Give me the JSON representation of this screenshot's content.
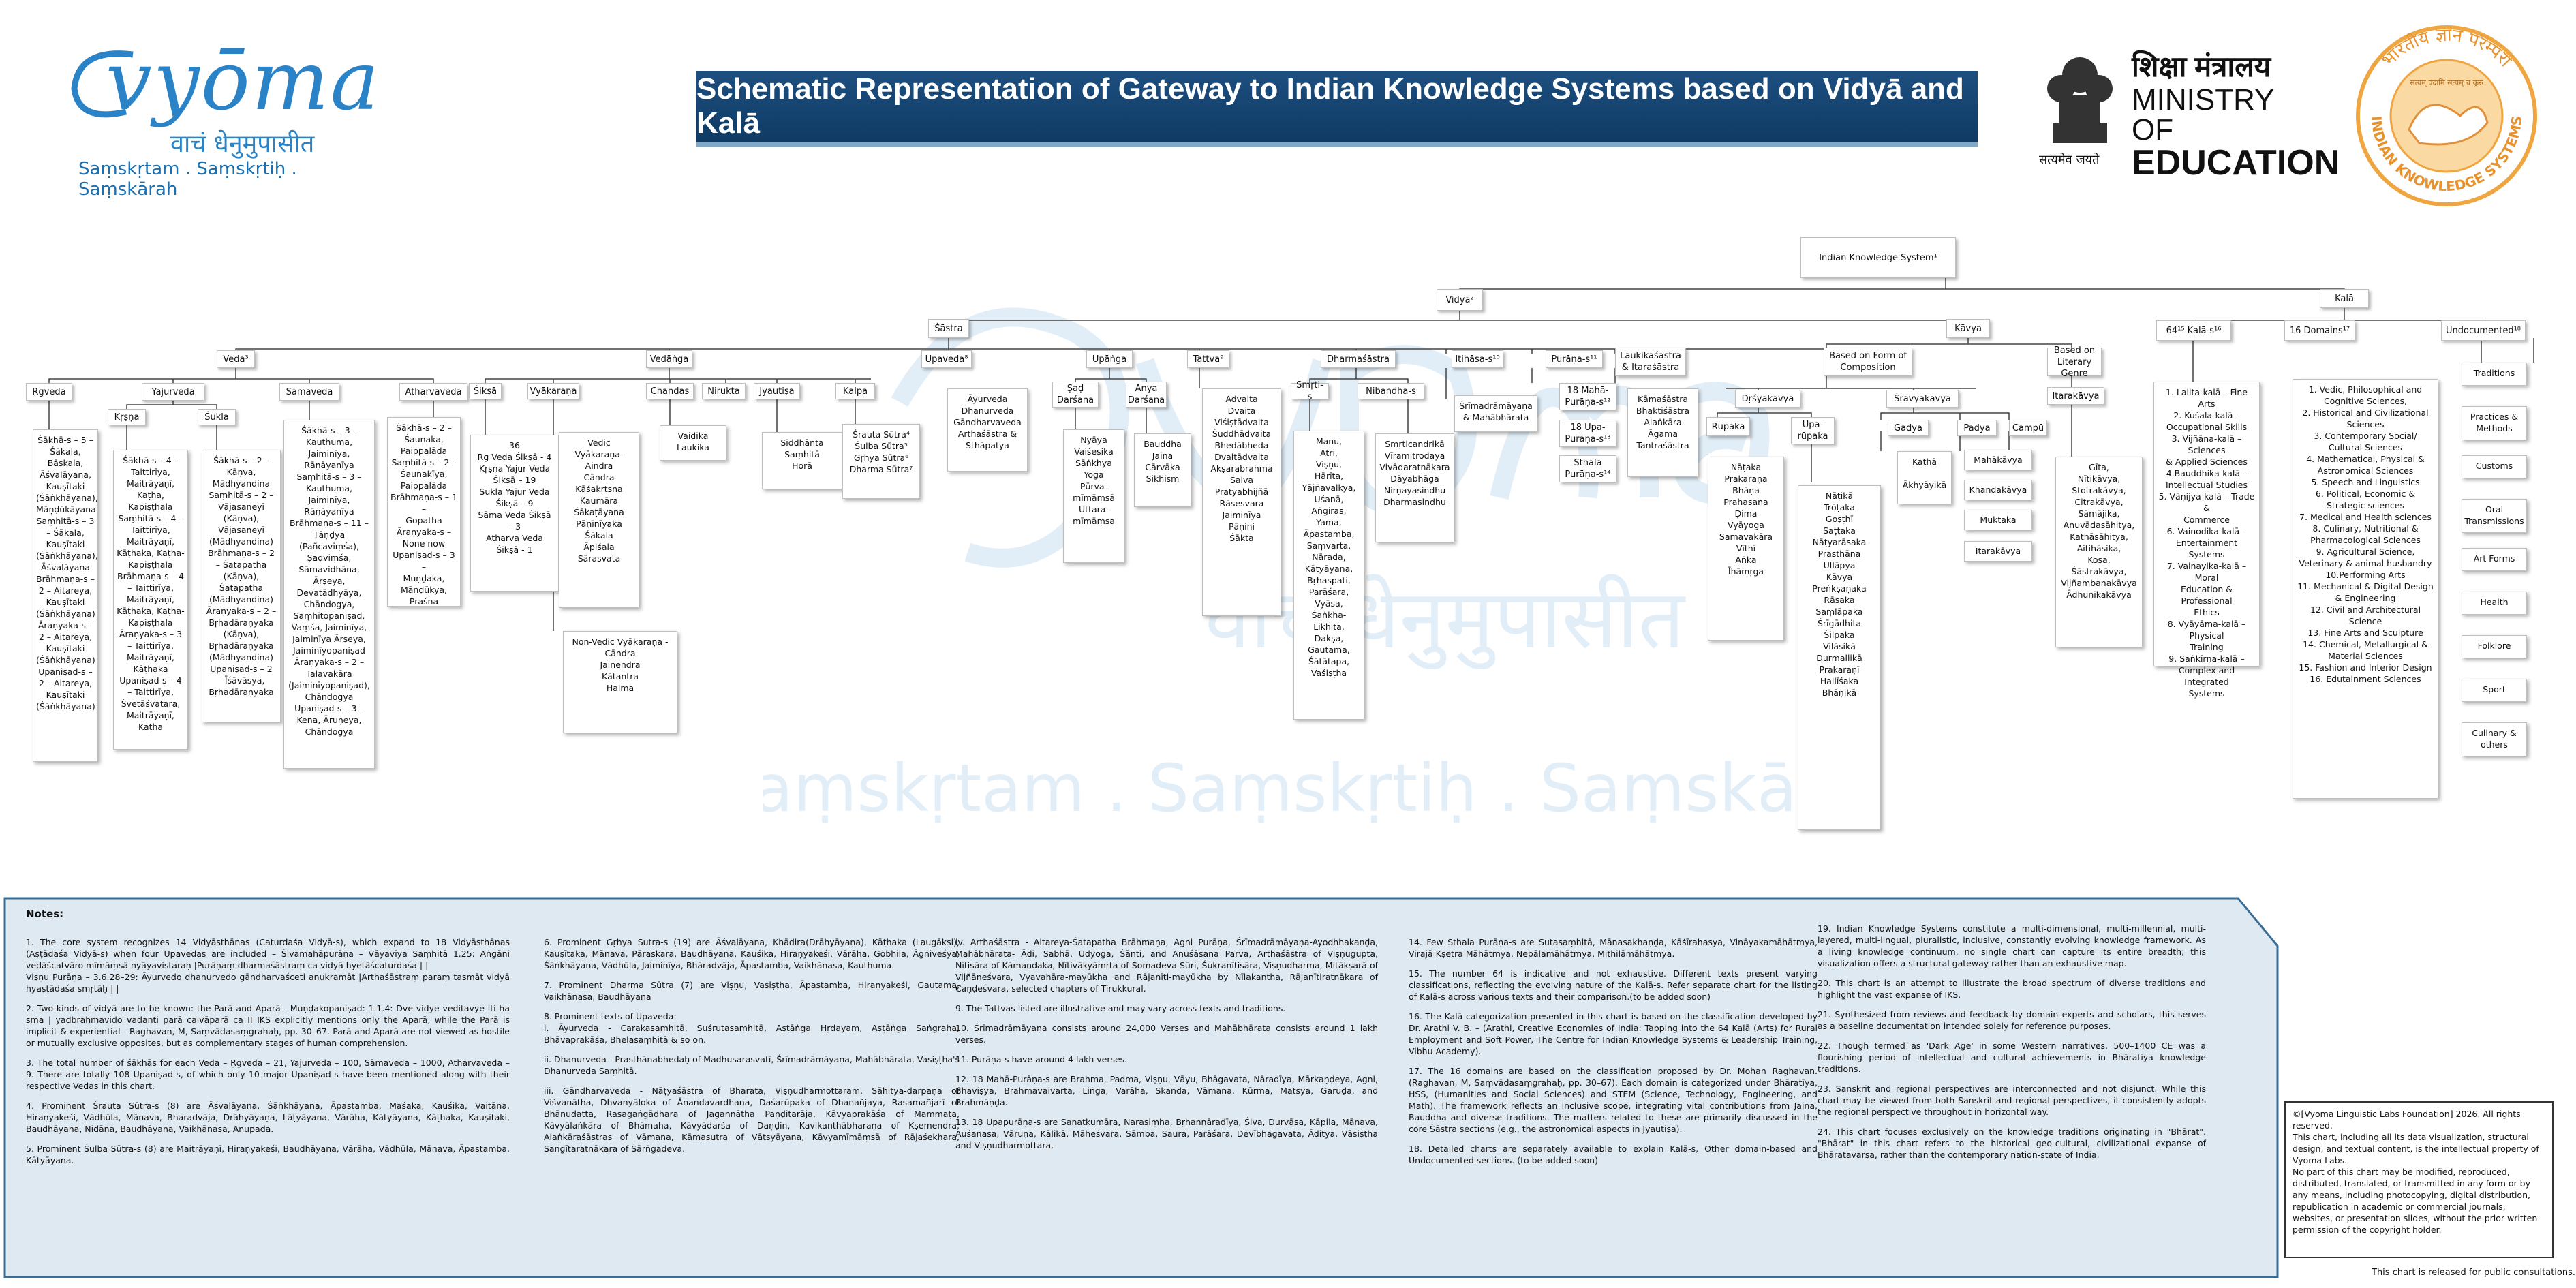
{
  "header": {
    "brand_name": "vyōma",
    "brand_tagline": "वाचं धेनुमुपासीत",
    "brand_sub": "Saṃskṛtam . Saṃskṛtiḥ . Saṃskārah",
    "title": "Schematic Representation of Gateway to Indian Knowledge Systems based on Vidyā and Kalā",
    "ministry_hindi": "शिक्षा मंत्रालय",
    "ministry_line1": "MINISTRY OF",
    "ministry_line2": "EDUCATION",
    "emblem_caption": "सत्यमेव जयते",
    "iks_logo_top": "भारतीय ज्ञान परम्परा",
    "iks_logo_bottom": "INDIAN KNOWLEDGE SYSTEMS",
    "iks_logo_motto": "सत्यम् वदामि सत्यम् च कुरु",
    "watermark": "वाचं धेनुमुपासीत"
  },
  "colors": {
    "banner": "#1d4f80",
    "brand": "#2a83c6",
    "notes_bg": "#dfe9f2",
    "notes_border": "#3a6d96"
  },
  "tree": {
    "nodes": {
      "iks": "Indian Knowledge System¹",
      "vidya": "Vidyā²",
      "kala": "Kalā",
      "shastra": "Śāstra",
      "kavya": "Kāvya",
      "veda": "Veda³",
      "vedanga": "Vedāṅga",
      "upaveda": "Upaveda⁸",
      "upanga": "Upāṅga",
      "tattva": "Tattva⁹",
      "dharmashastra": "Dharmaśāstra",
      "itihasa": "Itihāsa-s¹⁰",
      "purana": "Purāṇa-s¹¹",
      "laukika": "Laukikaśāstra\n& Itaraśāstra",
      "form": "Based on Form of\nComposition",
      "literary": "Based on\nLiterary Genre",
      "kala64": "64¹⁵ Kalā-s¹⁶",
      "domains16": "16 Domains¹⁷",
      "undocumented": "Undocumented¹⁸",
      "rgveda": "Ṛgveda",
      "yajurveda": "Yajurveda",
      "samaveda": "Sāmaveda",
      "atharvaveda": "Atharvaveda",
      "krsna": "Kṛṣṇa",
      "sukla": "Śukla",
      "siksa": "Śikṣā",
      "vyakarana": "Vyākaraṇa",
      "chandas": "Chandas",
      "nirukta": "Nirukta",
      "jyotisa": "Jyautiṣa",
      "kalpa": "Kalpa",
      "saddarsana": "Ṣaḍ\nDarśana",
      "anyadarsana": "Anya\nDarśana",
      "smrti": "Smṛti-s",
      "nibandha": "Nibandha-s",
      "drsya": "Dṛśyakāvya",
      "sravya": "Śravyakāvya",
      "rupaka": "Rūpaka",
      "uparupaka": "Upa-\nrūpaka",
      "gadya": "Gadya",
      "padya": "Padya",
      "campu": "Campū",
      "itarakavya": "Itarakāvya",
      "mahapurana": "18 Mahā-\nPurāṇa-s¹²",
      "upapurana": "18 Upa-\nPurāṇa-s¹³",
      "sthala": "Sthala\nPurāṇa-s¹⁴"
    },
    "leaves": {
      "rgveda": "Śākhā-s – 5 –\nŚākala,\nBāṣkala,\nĀśvalāyana,\nKauṣītaki\n(Śāṅkhāyana),\nMāṇḍūkāyana\nSaṃhitā-s – 3\n– Śākala,\nKauṣītaki\n(Śāṅkhāyana),\nĀśvalāyana\nBrāhmaṇa-s –\n2 – Aitareya,\nKauṣītaki\n(Śāṅkhāyana)\nĀraṇyaka-s –\n2 – Aitareya,\nKauṣītaki\n(Śāṅkhāyana)\nUpaniṣad-s –\n2 – Aitareya,\nKauṣītaki\n(Śāṅkhāyana)",
      "krsna": "Śākhā-s – 4 –\nTaittirīya,\nMaitrāyaṇī,\nKaṭha, Kapiṣṭhala\nSaṃhitā-s – 4 –\nTaittirīya,\nMaitrāyaṇī,\nKāṭhaka, Kaṭha-\nKapiṣṭhala\nBrāhmaṇa-s – 4\n– Taittirīya,\nMaitrāyaṇī,\nKāṭhaka, Kaṭha-\nKapiṣṭhala\nĀraṇyaka-s – 3\n– Taittirīya,\nMaitrāyaṇī,\nKāṭhaka\nUpaniṣad-s – 4\n– Taittirīya,\nŚvetāśvatara,\nMaitrāyaṇī, Kaṭha",
      "sukla": "Śākhā-s – 2 –\nKāṇva,\nMādhyandina\nSaṃhitā-s – 2 –\nVājasaneyī\n(Kāṇva),\nVājasaneyī\n(Mādhyandina)\nBrāhmaṇa-s – 2\n– Śatapatha\n(Kāṇva),\nŚatapatha\n(Mādhyandina)\nĀraṇyaka-s – 2 –\nBṛhadāraṇyaka\n(Kāṇva),\nBṛhadāraṇyaka\n(Mādhyandina)\nUpaniṣad-s – 2\n– Īśāvāsya,\nBṛhadāraṇyaka",
      "samaveda": "Śākhā-s – 3 –\nKauthuma,\nJaiminīya,\nRāṇāyanīya\nSaṃhitā-s – 3 –\nKauthuma,\nJaiminīya,\nRāṇāyanīya\nBrāhmaṇa-s – 11 –\nTāṇḍya\n(Pañcaviṃśa),\nṢaḍviṃśa,\nSāmavidhāna,\nĀrṣeya,\nDevatādhyāya,\nChāndogya,\nSaṃhitopaniṣad,\nVaṃśa, Jaiminīya,\nJaiminīya Ārṣeya,\nJaiminīyopaniṣad\nĀraṇyaka-s – 2 –\nTalavakāra\n(Jaiminīyopaniṣad),\nChāndogya\nUpaniṣad-s – 3 –\nKena, Āruṇeya,\nChāndogya",
      "atharvaveda": "Śākhā-s – 2 –\nŚaunaka,\nPaippalāda\nSaṃhitā-s – 2 –\nŚaunakīya,\nPaippalāda\nBrāhmaṇa-s – 1 –\nGopatha\nĀraṇyaka-s –\nNone now\nUpaniṣad-s – 3 –\nMuṇḍaka,\nMāṇḍūkya,\nPraśna",
      "siksa": "36\nṚg Veda Śikṣā - 4\nKṛṣṇa Yajur Veda\nŚikṣā – 19\nŚukla Yajur Veda\nŚikṣā – 9\nSāma Veda Śikṣā\n– 3\nAtharva Veda\nŚikṣā - 1",
      "vyakarana_vedic": "Vedic Vyākaraṇa-\nAindra\nCāndra\nKāśakṛtsna\nKaumāra\nŚākaṭāyana\nPāṇinīyaka\nŚākala\nĀpiśala\nSārasvata",
      "vyakarana_nonvedic": "Non-Vedic Vyākaraṇa -\nCāndra\nJainendra\nKātantra\nHaima",
      "chandas": "Vaidika\nLaukika",
      "jyotisa": "Siddhānta\nSaṃhitā\nHorā",
      "kalpa": "Śrauta Sūtra⁴\nŚulba Sūtra⁵\nGṛhya Sūtra⁶\nDharma Sūtra⁷",
      "upaveda": "Āyurveda\nDhanurveda\nGāndharvaveda\nArthaśāstra &\nSthāpatya",
      "saddarsana": "Nyāya\nVaiśeṣika\nSāṅkhya\nYoga\nPūrva-\nmīmāṃsā\nUttara-\nmīmāṃsa",
      "anyadarsana": "Bauddha\nJaina\nCārvāka\nSikhism",
      "tattva": "Advaita\nDvaita\nViśiṣṭādvaita\nŚuddhādvaita\nBhedābheda\nDvaitādvaita\nAkṣarabrahma\nŚaiva\nPratyabhijñā\nRāsesvara\nJaiminīya\nPāṇini\nŚākta",
      "smrti": "Manu,\nAtri,\nViṣṇu,\nHārīta,\nYājñavalkya,\nUśanā,\nAṅgiras,\nYama,\nĀpastamba,\nSaṃvarta,\nNārada,\nKātyāyana,\nBṛhaspati,\nParāśara,\nVyāsa,\nŚaṅkha-\nLikhita,\nDakṣa,\nGautama,\nŚātātapa,\nVaśiṣṭha",
      "nibandha": "Smṛticandrikā\nVīramitrodaya\nVivādaratnākara\nDāyabhāga\nNirṇayasindhu\nDharmasindhu",
      "itihasa": "Śrīmadrāmāyaṇa\n& Mahābhārata",
      "laukika": "Kāmaśāstra\nBhaktiśāstra\nAlaṅkāra\nĀgama\nTantraśāstra",
      "rupaka": "Nāṭaka\nPrakaraṇa\nBhāṇa\nPrahasana\nḌima\nVyāyoga\nSamavakāra\nVīthī\nAṅka\nĪhāmṛga",
      "uparupaka": "Nāṭikā\nTrōṭaka\nGoṣṭhī\nSaṭṭaka\nNāṭyarāsaka\nPrasthāna\nUllāpya\nKāvya\nPreṅkṣaṇaka\nRāsaka\nSaṃlāpaka\nŚrīgādhita\nŚilpaka\nVilāsikā\nDurmallikā\nPrakaraṇī\nHallīśaka\nBhāṇikā",
      "gadya": "Kathā\n\nĀkhyāyikā",
      "padya_maha": "Mahākāvya",
      "padya_khanda": "Khandakāvya",
      "padya_muktaka": "Muktaka",
      "padya_itara": "Itarakāvya",
      "itarakavya": "Gīta,\nNītikāvya,\nStotrakāvya,\nCitrakāvya,\nSāmājika,\nAnuvādasāhitya,\nKathāsāhitya,\nAitihāsika,\nKoṣa,\nŚāstrakāvya,\nVijñambanakāvya\nĀdhunikakāvya",
      "kala64": "1. Lalita-kalā – Fine Arts\n2. Kuśala-kalā –\nOccupational Skills\n3. Vijñāna-kalā – Sciences\n& Applied Sciences\n4.Bauddhika-kalā –\nIntellectual Studies\n5. Vāṇijya-kalā – Trade &\nCommerce\n6. Vainodika-kalā –\nEntertainment Systems\n7. Vainayika-kalā – Moral\nEducation & Professional\nEthics\n8. Vyāyāma-kalā – Physical\nTraining\n9. Saṅkīrṇa-kalā –\nComplex and Integrated\nSystems",
      "domains16": "1. Vedic, Philosophical and\nCognitive Sciences,\n2. Historical and Civilizational\nSciences\n3. Contemporary Social/\nCultural Sciences\n4. Mathematical, Physical &\nAstronomical Sciences\n5. Speech and Linguistics\n6. Political, Economic &\nStrategic sciences\n7. Medical and Health sciences\n8. Culinary, Nutritional &\nPharmacological Sciences\n9. Agricultural Science,\nVeterinary & animal husbandry\n10.Performing Arts\n11. Mechanical & Digital Design\n& Engineering\n12. Civil and Architectural\nScience\n13. Fine Arts and Sculpture\n14. Chemical, Metallurgical &\nMaterial Sciences\n15. Fashion and Interior Design\n16. Edutainment Sciences",
      "undocumented": [
        "Traditions",
        "Practices &\nMethods",
        "Customs",
        "Oral\nTransmissions",
        "Art Forms",
        "Health",
        "Folklore",
        "Sport",
        "Culinary &\nothers"
      ]
    }
  },
  "notes": {
    "title": "Notes:",
    "col1": [
      "1. The core system recognizes 14 Vidyāsthānas (Caturdaśa Vidyā-s), which expand to 18 Vidyāsthānas (Aṣṭādaśa Vidyā-s) when four Upavedas are included – Śivamahāpurāṇa – Vāyavīya Saṃhitā 1.25: Aṅgāni vedāścatvāro mīmāṃsā nyāyavistaraḥ |Purāṇaṃ dharmaśāstraṃ ca vidyā hyetāścaturdaśa | |\nViṣṇu Purāṇa – 3.6.28–29: Āyurvedo dhanurvedo gāndharvaśceti anukramāt |Arthaśāstraṃ paraṃ tasmāt vidyā hyaṣṭādaśa smṛtāḥ | |",
      "2. Two kinds of vidyā are to be known: the Parā and Aparā - Muṇḍakopaniṣad: 1.1.4: Dve vidye veditavye iti ha sma | yadbrahmavido vadanti parā caivāparā ca II IKS explicitly mentions only the Aparā, while the Parā is implicit & experiential - Raghavan, M, Saṃvādasaṃgrahaḥ, pp. 30–67. Parā and Aparā are not viewed as hostile or mutually exclusive opposites, but as complementary stages of human comprehension.",
      "3. The total number of śākhās for each Veda – Ṛgveda – 21, Yajurveda – 100, Sāmaveda – 1000, Atharvaveda – 9. There are totally 108 Upaniṣad-s, of which only 10 major Upaniṣad-s have been mentioned along with their respective Vedas in this chart.",
      "4. Prominent Śrauta Sūtra-s (8) are Āśvalāyana, Śāṅkhāyana, Āpastamba, Maśaka, Kauśika, Vaitāna, Hiraṇyakeśi, Vādhūla, Mānava, Bharadvāja, Drāhyāyaṇa, Lāṭyāyana, Vārāha, Kātyāyana, Kāṭhaka, Kauṣītaki, Baudhāyana, Nidāna, Baudhāyana, Vaikhānasa, Anupada.",
      "5. Prominent Śulba Sūtra-s (8) are Maitrāyaṇī, Hiraṇyakeśi, Baudhāyana, Vārāha, Vādhūla, Mānava, Āpastamba, Kātyāyana."
    ],
    "col2": [
      "6. Prominent Gṛhya Sutra-s (19) are Āśvalāyana, Khādira(Drāhyāyaṇa), Kāṭhaka (Laugākṣi), Kauṣītaka, Mānava, Pāraskara, Baudhāyana, Kauśika, Hiraṇyakeśi, Vārāha, Gobhila, Āgniveśya, Śāṅkhāyana, Vādhūla, Jaiminīya, Bhāradvāja, Āpastamba, Vaikhānasa, Kauthuma.",
      "7. Prominent Dharma Sūtra (7) are Viṣṇu, Vasiṣṭha, Āpastamba, Hiraṇyakeśi, Gautama, Vaikhānasa, Baudhāyana",
      "8. Prominent texts of Upaveda:\ni. Āyurveda - Carakasaṃhitā, Suśrutasaṃhitā, Aṣṭāṅga Hṛdayam, Aṣṭāṅga Saṅgraha, Bhāvaprakāśa, Bhelasaṃhitā & so on.",
      "ii. Dhanurveda - Prasthānabhedaḥ of Madhusarasvatī, Śrīmadrāmāyaṇa, Mahābhārata, Vasiṣṭha's Dhanurveda Saṃhitā.",
      "iii. Gāndharvaveda - Nāṭyaśāstra of Bharata, Viṣṇudharmottaram, Sāhitya-darpaṇa of Viśvanātha, Dhvanyāloka of Ānandavardhana, Daśarūpaka of Dhanañjaya, Rasamañjarī of Bhānudatta, Rasagaṅgādhara of Jagannātha Paṇḍitarāja, Kāvyaprakāśa of Mammaṭa, Kāvyālaṅkāra of Bhāmaha, Kāvyādarśa of Daṇḍin, Kavikanthābharaṇa of Kṣemendra, Alaṅkāraśāstras of Vāmana, Kāmasutra of Vātsyāyana, Kāvyamīmāṃsā of Rājaśekhara, Saṅgītaratnākara of Śārṅgadeva."
    ],
    "col3": [
      "iv. Arthaśāstra - Aitareya-Śatapatha Brāhmaṇa, Agni Purāṇa, Śrīmadrāmāyaṇa-Ayodhhakaṇḍa, Mahābhārata- Ādi, Sabhā, Udyoga, Śānti, and Anuśāsana Parva, Arthaśāstra of Viṣṇugupta, Nītisāra of Kāmandaka, Nītivākyāmṛta of Somadeva Sūri, Śukranītisāra, Viṣṇudharma, Mitākṣarā of Vijñāneśvara, Vyavahāra-mayūkha and Rājanīti-mayūkha by Nīlakantha, Rājanītiratnākara of Caṇḍeśvara, selected chapters of Tirukkural.",
      "9. The Tattvas listed are illustrative and may vary across texts and traditions.",
      "10. Śrīmadrāmāyaṇa consists around 24,000 Verses and Mahābhārata consists around 1 lakh verses.",
      "11. Purāṇa-s have around 4 lakh verses.",
      "12. 18 Mahā-Purāṇa-s are Brahma, Padma, Viṣṇu, Vāyu, Bhāgavata, Nāradīya, Mārkaṇḍeya, Agni, Bhaviṣya, Brahmavaivarta, Liṅga, Varāha, Skanda, Vāmana, Kūrma, Matsya, Garuḍa, and Brahmāṇḍa.",
      "13. 18 Upapurāṇa-s are Sanatkumāra, Narasiṃha, Bṛhannāradīya, Śiva, Durvāsa, Kāpila, Mānava, Auśanasa, Vāruṇa, Kālikā, Māheśvara, Sāmba, Saura, Parāśara, Devībhagavata, Āditya, Vāsiṣṭha and Viṣṇudharmottara."
    ],
    "col4": [
      "14. Few Sthala Purāṇa-s are Sutasaṃhitā, Mānasakhaṇḍa, Kāśīrahasya, Vināyakamāhātmya, Virajā Kṣetra Māhātmya, Nepālamāhātmya, Mithilāmāhātmya.",
      "15. The number 64 is indicative and not exhaustive. Different texts present varying classifications, reflecting the evolving nature of the Kalā-s. Refer separate chart for the listing of Kalā-s across various texts and their comparison.(to be added soon)",
      "16. The Kalā categorization presented in this chart is based on the classification developed by Dr. Arathi V. B. – (Arathi, Creative Economies of India: Tapping into the 64 Kalā (Arts) for Rural Employment and Soft Power, The Centre for Indian Knowledge Systems & Leadership Training, Vibhu Academy).",
      "17. The 16 domains are based on the classification proposed by Dr. Mohan Raghavan. (Raghavan, M, Saṃvādasaṃgrahaḥ, pp. 30–67). Each domain is categorized under Bhāratīya, HSS, (Humanities and Social Sciences) and STEM (Science, Technology, Engineering, and Math). The framework reflects an inclusive scope, integrating vital contributions from Jaina, Bauddha and diverse traditions. The matters related to these are primarily discussed in the core Śāstra sections (e.g., the astronomical aspects in Jyautiṣa).",
      "18. Detailed charts are separately available to explain Kalā-s, Other domain-based and Undocumented sections. (to be added soon)"
    ],
    "col5": [
      "19. Indian Knowledge Systems constitute a multi-dimensional, multi-millennial, multi-layered, multi-lingual, pluralistic, inclusive, constantly evolving knowledge framework. As a living knowledge continuum, no single chart can capture its entire breadth; this visualization offers a structural gateway rather than an exhaustive map.",
      "20. This chart is an attempt to illustrate the broad spectrum of diverse traditions and highlight the vast expanse of IKS.",
      "21. Synthesized from reviews and feedback by domain experts and scholars, this serves as a baseline documentation intended solely for reference purposes.",
      "22. Though termed as 'Dark Age' in some Western narratives, 500–1400 CE was a flourishing period of intellectual and cultural achievements in Bhāratīya knowledge traditions.",
      "23. Sanskrit and regional perspectives are interconnected and not disjunct. While this chart may be viewed from both Sanskrit and regional perspectives, it consistently adopts the regional perspective throughout in horizontal way.",
      "24. This chart focuses exclusively on the knowledge traditions originating in \"Bhārat\". \"Bhārat\" in this chart refers to the historical geo-cultural, civilizational expanse of Bhāratavarṣa, rather than the contemporary nation-state of India."
    ]
  },
  "copyright": "©[Vyoma Linguistic Labs Foundation] 2026. All rights reserved.\nThis chart, including all its data visualization, structural design, and textual content, is the intellectual property of Vyoma Labs.\nNo part of this chart may be modified, reproduced, distributed, translated, or transmitted in any form or by any means, including photocopying, digital distribution, republication in academic or commercial journals, websites, or presentation slides, without the prior written permission of the copyright holder.",
  "release": "This chart is released for public consultations."
}
